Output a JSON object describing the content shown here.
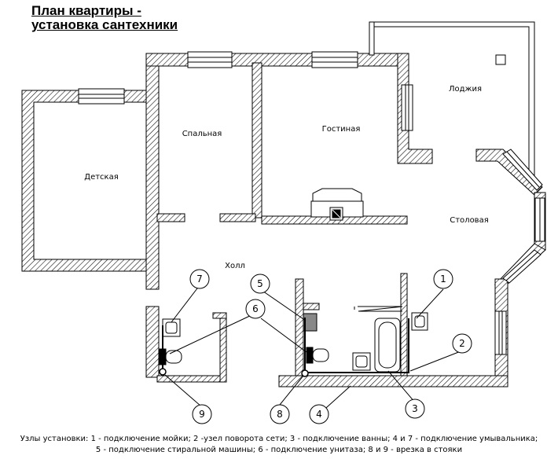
{
  "title": {
    "line1": "План квартиры  -",
    "line2": "установка сантехники"
  },
  "rooms": [
    {
      "id": "detskaya",
      "label": "Детская"
    },
    {
      "id": "spalnaya",
      "label": "Спальная"
    },
    {
      "id": "gostinaya",
      "label": "Гостиная"
    },
    {
      "id": "lodzhiya",
      "label": "Лоджия"
    },
    {
      "id": "stolovaya",
      "label": "Столовая"
    },
    {
      "id": "holl",
      "label": "Холл"
    }
  ],
  "markers": [
    {
      "id": "m1",
      "label": "1"
    },
    {
      "id": "m2",
      "label": "2"
    },
    {
      "id": "m3",
      "label": "3"
    },
    {
      "id": "m4",
      "label": "4"
    },
    {
      "id": "m5",
      "label": "5"
    },
    {
      "id": "m6",
      "label": "6"
    },
    {
      "id": "m7",
      "label": "7"
    },
    {
      "id": "m8",
      "label": "8"
    },
    {
      "id": "m9",
      "label": "9"
    }
  ],
  "legend": {
    "line1": "Узлы установки: 1 - подключение мойки; 2 -узел поворота сети; 3 - подключение ванны; 4 и 7 - подключение умывальника;",
    "line2": "5 - подключение стиральной машины; 6 - подключение унитаза; 8 и 9 - врезка в стояки"
  },
  "colors": {
    "wall_line": "#000000",
    "wall_hatch": "#000000",
    "background": "#ffffff"
  }
}
